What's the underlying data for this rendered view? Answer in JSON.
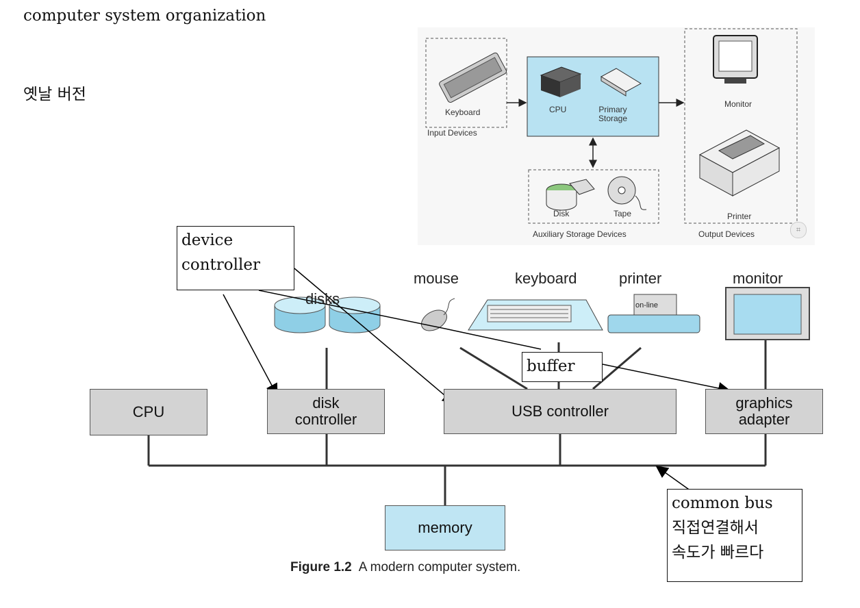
{
  "notes": {
    "title": "computer system organization",
    "subtitle": "옛날 버전"
  },
  "old_diagram": {
    "keyboard": "Keyboard",
    "input_devices": "Input Devices",
    "cpu": "CPU",
    "primary_storage": "Primary\nStorage",
    "disk": "Disk",
    "tape": "Tape",
    "auxiliary": "Auxiliary Storage Devices",
    "monitor": "Monitor",
    "printer": "Printer",
    "output_devices": "Output Devices"
  },
  "modern_diagram": {
    "devices": {
      "disks": "disks",
      "mouse": "mouse",
      "keyboard": "keyboard",
      "printer": "printer",
      "online": "on-line",
      "monitor": "monitor"
    },
    "boxes": {
      "cpu": "CPU",
      "disk_controller": "disk\ncontroller",
      "usb_controller": "USB controller",
      "graphics_adapter": "graphics\nadapter",
      "memory": "memory"
    },
    "caption_label": "Figure 1.2",
    "caption_text": "A modern computer system."
  },
  "callouts": {
    "device_controller_1": "device",
    "device_controller_2": "controller",
    "buffer": "buffer",
    "bus_1": "common bus",
    "bus_2": "직접연결해서",
    "bus_3": "속도가 빠르다"
  },
  "colors": {
    "controller_fill": "#d3d3d3",
    "memory_fill": "#bfe5f3",
    "old_cpu_fill": "#b8e2f2"
  }
}
